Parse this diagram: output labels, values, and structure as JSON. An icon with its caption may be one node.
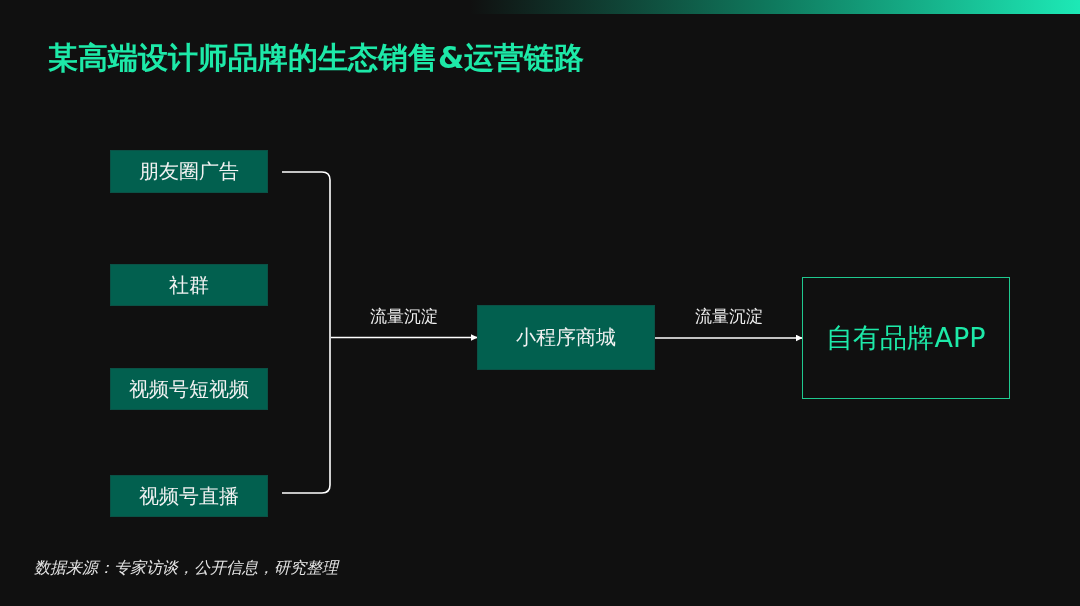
{
  "diagram": {
    "title": "某高端设计师品牌的生态销售&运营链路",
    "nodes": [
      {
        "text": [
          "朋友圈广告"
        ]
      },
      {
        "text": [
          "社群"
        ]
      },
      {
        "text": [
          "视频号短视频"
        ]
      },
      {
        "text": [
          "视频号直播"
        ]
      },
      {
        "text": [],
        "shape": "bracket"
      },
      {
        "text": [
          "小程序商城"
        ]
      },
      {
        "text": [
          "自有品牌APP"
        ]
      }
    ],
    "edges": [
      {
        "from": 4,
        "to": 5,
        "arrow": "to",
        "label": "流量沉淀"
      },
      {
        "from": 5,
        "to": 6,
        "arrow": "to",
        "label": "流量沉淀"
      }
    ],
    "labels": [
      "数据来源：专家访谈，公开信息，研究整理"
    ]
  }
}
